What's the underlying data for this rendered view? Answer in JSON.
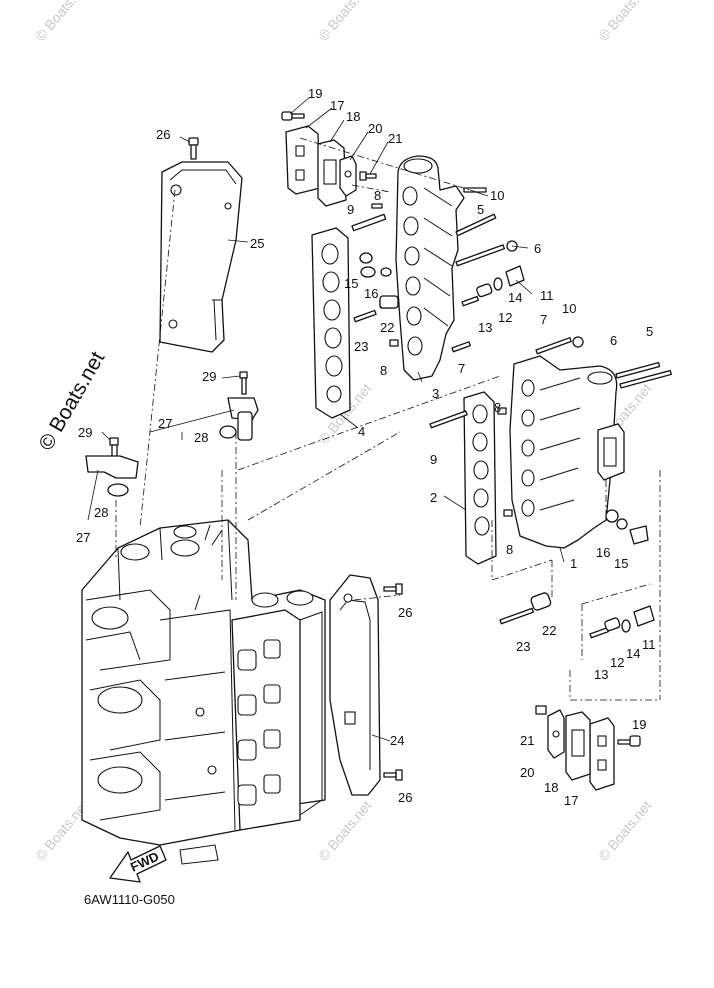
{
  "diagram_code": "6AW1110-G050",
  "watermark_main": "© Boats.net",
  "watermark_small": "© Boats.net",
  "fwd_label": "FWD",
  "callouts": {
    "c1": "1",
    "c2": "2",
    "c3": "3",
    "c4": "4",
    "c5a": "5",
    "c5b": "5",
    "c6a": "6",
    "c6b": "6",
    "c7a": "7",
    "c7b": "7",
    "c8a": "8",
    "c8b": "8",
    "c8c": "8",
    "c8d": "8",
    "c9a": "9",
    "c9b": "9",
    "c10a": "10",
    "c10b": "10",
    "c11a": "11",
    "c11b": "11",
    "c12a": "12",
    "c12b": "12",
    "c13a": "13",
    "c13b": "13",
    "c14a": "14",
    "c14b": "14",
    "c15a": "15",
    "c15b": "15",
    "c16a": "16",
    "c16b": "16",
    "c17a": "17",
    "c17b": "17",
    "c18a": "18",
    "c18b": "18",
    "c19a": "19",
    "c19b": "19",
    "c20a": "20",
    "c20b": "20",
    "c21a": "21",
    "c21b": "21",
    "c22a": "22",
    "c22b": "22",
    "c23a": "23",
    "c23b": "23",
    "c24": "24",
    "c25": "25",
    "c26a": "26",
    "c26b": "26",
    "c26c": "26",
    "c27a": "27",
    "c27b": "27",
    "c28a": "28",
    "c28b": "28",
    "c29a": "29",
    "c29b": "29"
  },
  "colors": {
    "line": "#111111",
    "watermark": "#c8c8c8",
    "background": "#ffffff"
  }
}
